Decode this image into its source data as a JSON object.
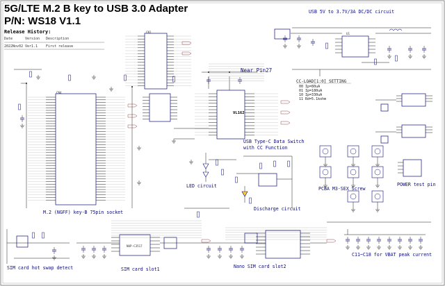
{
  "header": {
    "title": "5G/LTE M.2 B key to USB 3.0 Adapter",
    "part_number": "P/N: WS18 V1.1"
  },
  "release_history": {
    "heading": "Release History:",
    "columns": [
      "Date",
      "Version",
      "Description"
    ],
    "rows": [
      {
        "date": "2022Nov02",
        "version": "Ver1.1",
        "description": "First release"
      }
    ]
  },
  "sections": {
    "m2_socket": "M.2 (NGFF) key-B 75pin socket",
    "usb_power": "USB 5V to 3.7V/3A DC/DC circuit",
    "near_pin": "Near Pin27",
    "cc_load": "CC-LOAD[1:0] SETTING",
    "cc_table": [
      "00  Ip=80uA",
      "01  Ip=180uA",
      "10  Ip=330uA",
      "11  Rd=5.1kohm"
    ],
    "usb_typec": "USB Type-C Data Switch\nwith CC Function",
    "pcba_screw": "PCBA M3-SEX Screw",
    "power_test": "POWER test pin",
    "led_circuit": "LED circuit",
    "discharge": "Discharge circuit",
    "sim_hotswap": "SIM card hot swap detect",
    "sim_slot1": "SIM card slot1",
    "nano_sim": "Nano SIM card slot2",
    "vbat_peak": "C11~C18 for VBAT peak current"
  },
  "refs": {
    "u_typec_chip": "VL162",
    "u_m2_chip": "CN4",
    "u_typec_conn": "CN1",
    "u_dcdc": "U1",
    "sim1_chip": "NUP-C3517"
  },
  "colors": {
    "wire": "#1a1a1a",
    "component": "#0a0a80",
    "frame": "#8a8a8a",
    "netlabel": "#7a2020"
  }
}
